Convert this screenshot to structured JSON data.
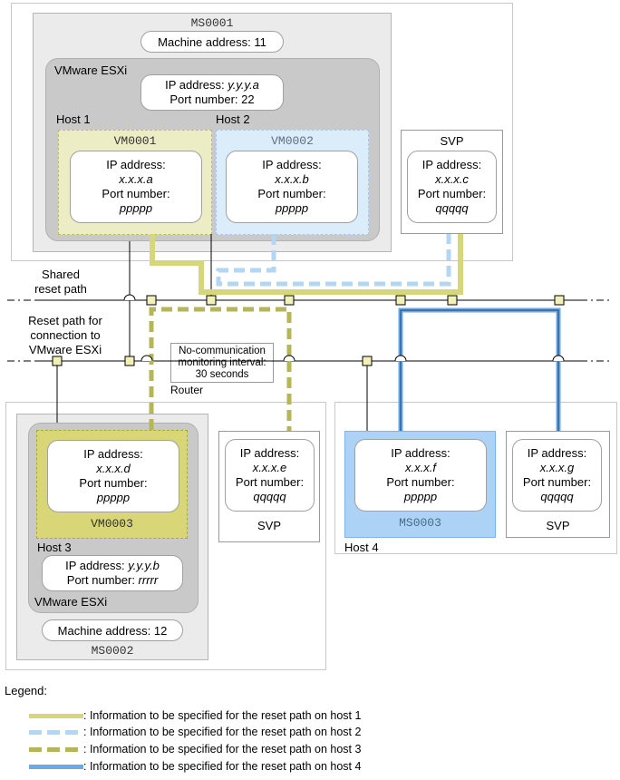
{
  "ms0001": {
    "name": "MS0001",
    "machine_address": "Machine address: 11",
    "esxi_label": "VMware ESXi",
    "esxi_ip_label": "IP address: ",
    "esxi_ip_value": "y.y.y.a",
    "esxi_port": "Port number: 22",
    "host1_label": "Host 1",
    "host2_label": "Host 2",
    "vm1": {
      "name": "VM0001",
      "ip_label": "IP address:",
      "ip": "x.x.x.a",
      "port_label": "Port number:",
      "port": "ppppp"
    },
    "vm2": {
      "name": "VM0002",
      "ip_label": "IP address:",
      "ip": "x.x.x.b",
      "port_label": "Port number:",
      "port": "ppppp"
    }
  },
  "svp_top": {
    "title": "SVP",
    "ip_label": "IP address:",
    "ip": "x.x.x.c",
    "port_label": "Port number:",
    "port": "qqqqq"
  },
  "paths": {
    "shared": "Shared\nreset path",
    "esxi_path": "Reset path for\nconnection to\nVMware ESXi",
    "monitoring": "No-communication\nmonitoring interval:\n30 seconds",
    "router": "Router"
  },
  "ms0002": {
    "name": "MS0002",
    "machine_address": "Machine address: 12",
    "esxi_label": "VMware ESXi",
    "host3_label": "Host 3",
    "esxi_ip_label": "IP address: ",
    "esxi_ip_value": "y.y.y.b",
    "esxi_port_label": "Port number: ",
    "esxi_port_value": "rrrrr",
    "vm3": {
      "name": "VM0003",
      "ip_label": "IP address:",
      "ip": "x.x.x.d",
      "port_label": "Port number:",
      "port": "ppppp"
    }
  },
  "svp_e": {
    "title": "SVP",
    "ip_label": "IP address:",
    "ip": "x.x.x.e",
    "port_label": "Port number:",
    "port": "qqqqq"
  },
  "ms0003": {
    "name": "MS0003",
    "host4_label": "Host 4",
    "inner": {
      "ip_label": "IP address:",
      "ip": "x.x.x.f",
      "port_label": "Port number:",
      "port": "ppppp"
    }
  },
  "svp_g": {
    "title": "SVP",
    "ip_label": "IP address:",
    "ip": "x.x.x.g",
    "port_label": "Port number:",
    "port": "qqqqq"
  },
  "legend": {
    "title": "Legend:",
    "items": [
      {
        "text": ": Information to be specified for the reset path on host 1",
        "color": "#d6d67a",
        "style": "solid"
      },
      {
        "text": ": Information to be specified for the reset path on host 2",
        "color": "#b4d6f5",
        "style": "dashed"
      },
      {
        "text": ": Information to be specified for the reset path on host 3",
        "color": "#b5b55a",
        "style": "dashed"
      },
      {
        "text": ": Information to be specified for the reset path on host 4",
        "color": "#6aaae8",
        "style": "solid"
      }
    ]
  }
}
